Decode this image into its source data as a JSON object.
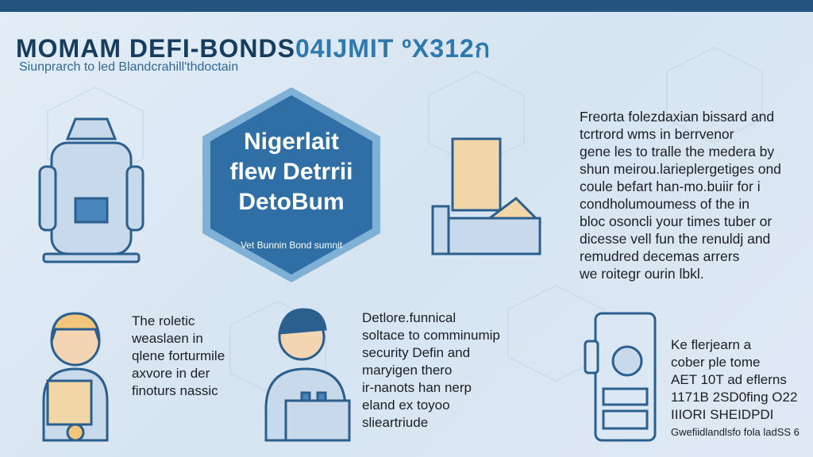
{
  "header": {
    "title_main": "MOMAM DEFI-BONDS",
    "title_accent": "04IJMIT ",
    "title_tail": "ºX312ก",
    "subtitle": "Siunprarch to led Blandcrahill'thdoctain"
  },
  "hexagon": {
    "heading_lines": [
      "Nigerlait",
      "flew Detrrii",
      "DetoBum"
    ],
    "caption": "Vet Bunnin Bond sumnit"
  },
  "paragraphs": {
    "right_top": [
      "Freorta folezdaxian bissard and",
      "tcrtrord wms in berrvenor",
      "gene les to tralle the medera by",
      "shun meirou.larieplergetiges ond",
      "coule befart han-mo.buiir for i",
      "condholumoumess of the in",
      "bloc osoncli your times tuber or",
      "dicesse vell fun the renuldj and",
      "remudred decemas arrers",
      "we roitegr ourin lbkl."
    ],
    "bottom_left": [
      "The roletic",
      "weaslaen in",
      "qlene forturmile",
      "axvore in der",
      "finoturs nassic"
    ],
    "bottom_center": [
      "Detlore.funnical",
      "soltace to comminumip",
      "security Defin and",
      "maryigen thero",
      "ir-nanots han nerp",
      "eland ex toyoo",
      "slieartriude"
    ],
    "bottom_right": [
      "Ke flerjearn a",
      "cober ple tome",
      "AET 10T ad eflerns",
      "1171B 2SD0fing O22",
      "IIIORI SHEIDPDI",
      "Gwefiidlandlsfo fola ladSS 6"
    ]
  },
  "colors": {
    "topbar": "#23537f",
    "hexagon": "#2f6fa5",
    "title": "#173d5e",
    "accent": "#2f78ad"
  }
}
